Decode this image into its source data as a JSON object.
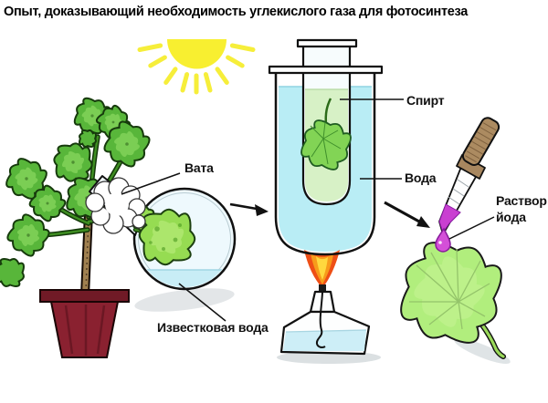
{
  "title": "Опыт, доказывающий необходимость углекислого газа для фотосинтеза",
  "labels": {
    "cotton": "Вата",
    "lime_water": "Известковая вода",
    "alcohol": "Спирт",
    "water": "Вода",
    "iodine_solution": "Раствор йода"
  },
  "icons": {
    "sun": "sun-with-rays",
    "plant": "potted-geranium-plant",
    "flask": "round-flask-with-leaf",
    "beaker": "beaker-with-test-tube",
    "burner": "spirit-lamp-with-flame",
    "dropper": "pipette-with-iodine",
    "leaf": "detached-leaf",
    "arrow_flask_to_beaker": "→",
    "arrow_beaker_to_leaf": "→"
  },
  "colors": {
    "sun_yellow": "#f8ef30",
    "water_cyan": "#b9edf5",
    "alcohol_green": "#d7f1c6",
    "lime_water_cyan": "#c8edf6",
    "leaf_green": "#58b63a",
    "pale_leaf_green": "#b1ee7d",
    "flask_leaf_green": "#96dc52",
    "iodine_purple": "#c93fd1",
    "flame_orange": "#ee4f16",
    "flame_yellow": "#ffd83e",
    "pot_red": "#8a2130",
    "handle_brown": "#ac8b61",
    "outline_black": "#111111"
  }
}
